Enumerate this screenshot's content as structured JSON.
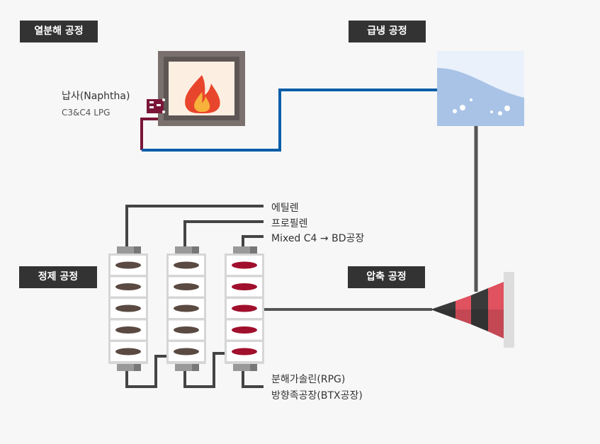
{
  "stages": {
    "cracking": "열분해 공정",
    "quench": "급냉 공정",
    "purification": "정제 공정",
    "compression": "압축 공정"
  },
  "feedstock": {
    "primary": "납사(Naphtha)",
    "secondary": "C3&C4 LPG"
  },
  "products": {
    "top": [
      "에틸렌",
      "프로필렌",
      "Mixed C4 → BD공장"
    ],
    "bottom": [
      "분해가솔린(RPG)",
      "방향족공장(BTX공장)"
    ]
  },
  "colors": {
    "label_bg": "#333333",
    "feed_line": "#7a1538",
    "quench_line": "#0a5ea8",
    "process_line": "#555555",
    "fire_outer": "#e8462c",
    "fire_inner": "#f7b23b",
    "furnace_frame": "#7a716e",
    "water": "#a8c3e6",
    "compressor_red": "#e0525f",
    "compressor_dark": "#3a3a3a",
    "disc_dark": "#5a4a42",
    "disc_red": "#a0102c"
  },
  "icons": {
    "furnace": "furnace-fire-icon",
    "quench": "quench-water-icon",
    "compressor": "compressor-icon",
    "column": "distillation-column-icon"
  }
}
